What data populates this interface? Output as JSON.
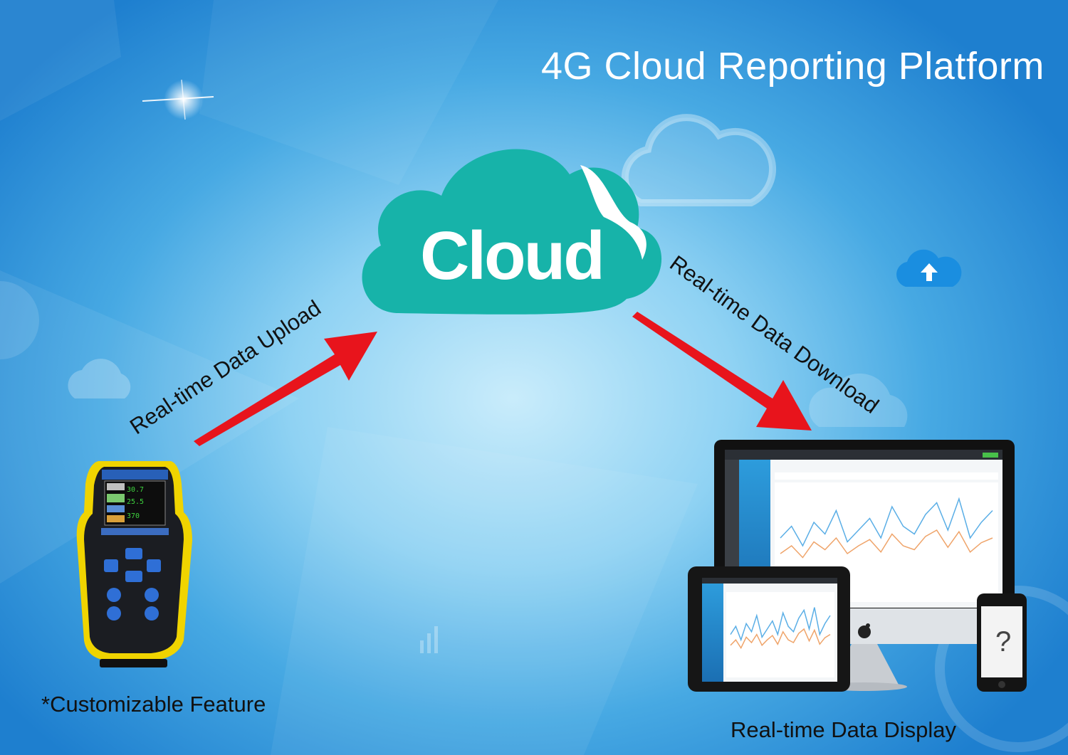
{
  "title": "4G Cloud Reporting Platform",
  "cloud": {
    "label": "Cloud",
    "color": "#17b3a9"
  },
  "arrows": {
    "upload_label": "Real-time Data Upload",
    "download_label": "Real-time Data Download",
    "color": "#e8141c"
  },
  "device": {
    "footnote": "*Customizable Feature",
    "screen_readings": [
      "30.7",
      "25.5",
      "370"
    ]
  },
  "displays": {
    "caption": "Real-time Data Display",
    "phone_glyph": "?"
  },
  "chart_series": {
    "blue": [
      40,
      55,
      30,
      60,
      45,
      75,
      35,
      50,
      65,
      40,
      80,
      55,
      45,
      70,
      85,
      50,
      90,
      40,
      60,
      75
    ],
    "orange": [
      20,
      30,
      15,
      35,
      25,
      40,
      20,
      30,
      38,
      22,
      45,
      30,
      25,
      42,
      50,
      28,
      48,
      22,
      34,
      40
    ]
  }
}
